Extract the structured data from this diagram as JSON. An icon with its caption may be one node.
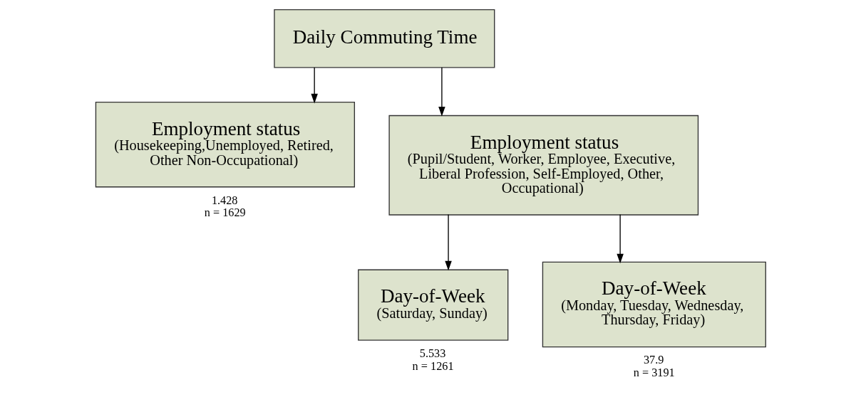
{
  "diagram": {
    "nodes": [
      {
        "text": [
          "Daily Commuting Time"
        ]
      },
      {
        "text": [
          "Employment status",
          "(Housekeeping,Unemployed, Retired, Other Non-Occupational)"
        ],
        "beside": [
          "1.428",
          "n = 1629"
        ]
      },
      {
        "text": [
          "Employment status",
          "(Pupil/Student, Worker, Employee, Executive, Liberal Profession, Self-Employed, Other, Occupational)"
        ]
      },
      {
        "text": [
          "Day-of-Week",
          "(Saturday, Sunday)"
        ],
        "beside": [
          "5.533",
          "n = 1261"
        ]
      },
      {
        "text": [
          "Day-of-Week",
          "(Monday, Tuesday, Wednesday, Thursday, Friday)"
        ],
        "beside": [
          "37.9",
          "n = 3191"
        ]
      }
    ],
    "edges": [
      {
        "from": 0,
        "to": 1,
        "arrow": "to"
      },
      {
        "from": 0,
        "to": 2,
        "arrow": "to"
      },
      {
        "from": 2,
        "to": 3,
        "arrow": "to"
      },
      {
        "from": 2,
        "to": 4,
        "arrow": "to"
      }
    ]
  }
}
